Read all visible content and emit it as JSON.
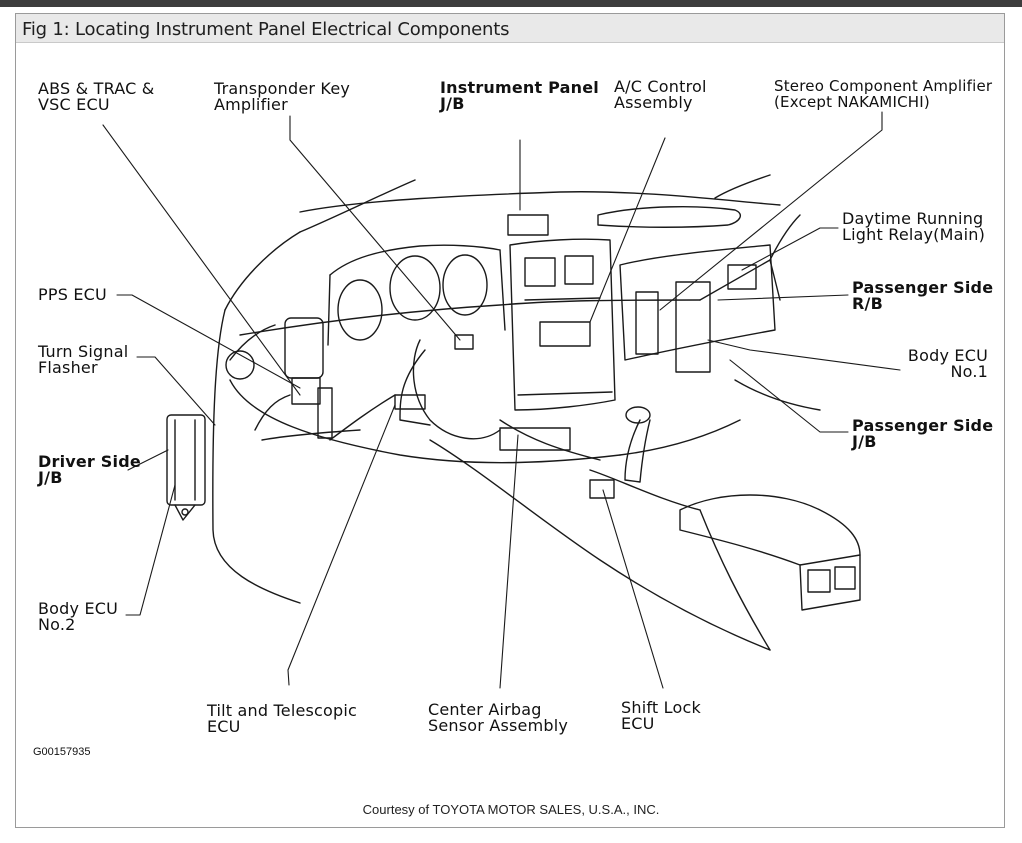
{
  "caption": "Fig 1: Locating Instrument Panel Electrical Components",
  "labels": {
    "abs_trac_vsc_ecu": "ABS & TRAC &\nVSC ECU",
    "transponder_key_amplifier": "Transponder Key\nAmplifier",
    "instrument_panel_jb": "Instrument Panel\nJ/B",
    "ac_control_assembly": "A/C Control\nAssembly",
    "stereo_component_amplifier": "Stereo Component Amplifier\n(Except NAKAMICHI)",
    "daytime_running_light_relay": "Daytime Running\nLight Relay(Main)",
    "passenger_side_rb": "Passenger Side\nR/B",
    "body_ecu_no1": "Body ECU\nNo.1",
    "passenger_side_jb": "Passenger Side\nJ/B",
    "pps_ecu": "PPS ECU",
    "turn_signal_flasher": "Turn Signal\nFlasher",
    "driver_side_jb": "Driver Side\nJ/B",
    "body_ecu_no2": "Body ECU\nNo.2",
    "tilt_telescopic_ecu": "Tilt and Telescopic\nECU",
    "center_airbag_sensor": "Center Airbag\nSensor Assembly",
    "shift_lock_ecu": "Shift Lock\nECU"
  },
  "image_id": "G00157935",
  "credit": "Courtesy of TOYOTA MOTOR SALES, U.S.A., INC."
}
